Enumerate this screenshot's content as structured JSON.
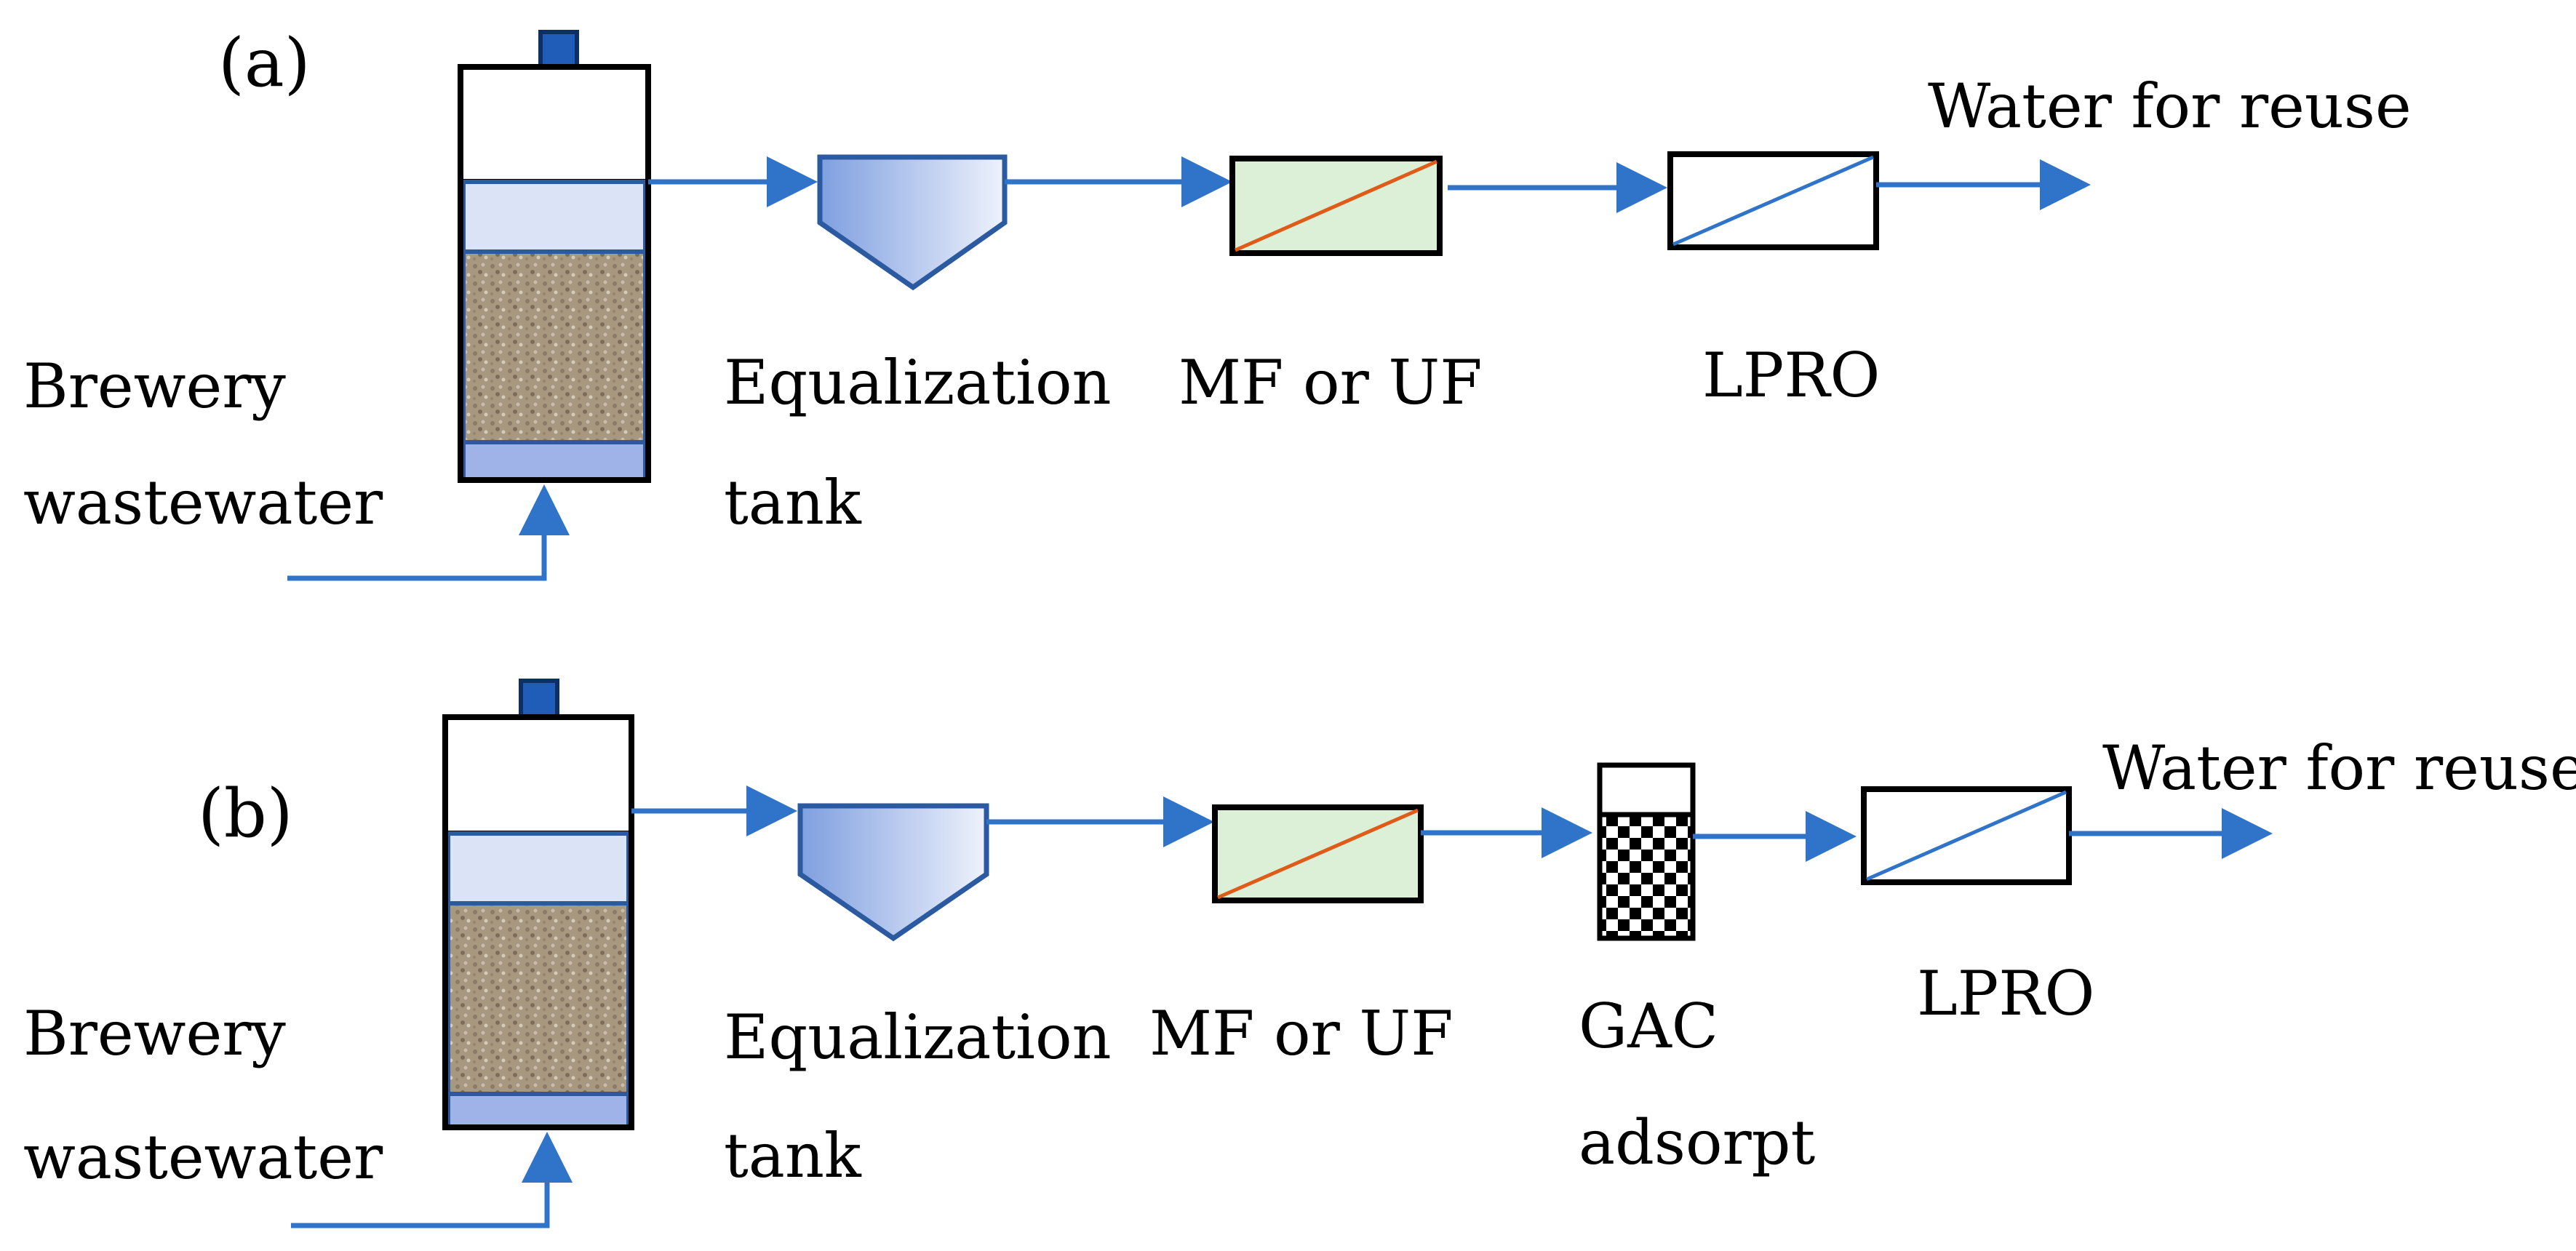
{
  "colors": {
    "flow": "#2f74c8",
    "outline": "#000000",
    "tank_blue": "#2c5aa0",
    "reactor_water": "#dbe4f6",
    "reactor_bottom": "#9fb3e8",
    "sludge": "#a89880",
    "membrane_fill": "#dcefd7",
    "mf_line": "#e05a18",
    "lpro_line": "#2f74c8",
    "cap": "#1f5db8"
  },
  "panels": [
    {
      "id": "a",
      "label": "(a)",
      "feed_label_line1": "Brewery",
      "feed_label_line2": "wastewater",
      "units": [
        {
          "type": "equalization-tank",
          "label_line1": "Equalization",
          "label_line2": "tank"
        },
        {
          "type": "membrane",
          "label_line1": "MF or UF"
        },
        {
          "type": "membrane",
          "label_line1": "LPRO"
        }
      ],
      "output_label": "Water for reuse"
    },
    {
      "id": "b",
      "label": "(b)",
      "feed_label_line1": "Brewery",
      "feed_label_line2": "wastewater",
      "units": [
        {
          "type": "equalization-tank",
          "label_line1": "Equalization",
          "label_line2": "tank"
        },
        {
          "type": "membrane",
          "label_line1": "MF or UF"
        },
        {
          "type": "gac-column",
          "label_line1": "GAC",
          "label_line2": "adsorpt"
        },
        {
          "type": "membrane",
          "label_line1": "LPRO"
        }
      ],
      "output_label": "Water for reuse"
    }
  ]
}
